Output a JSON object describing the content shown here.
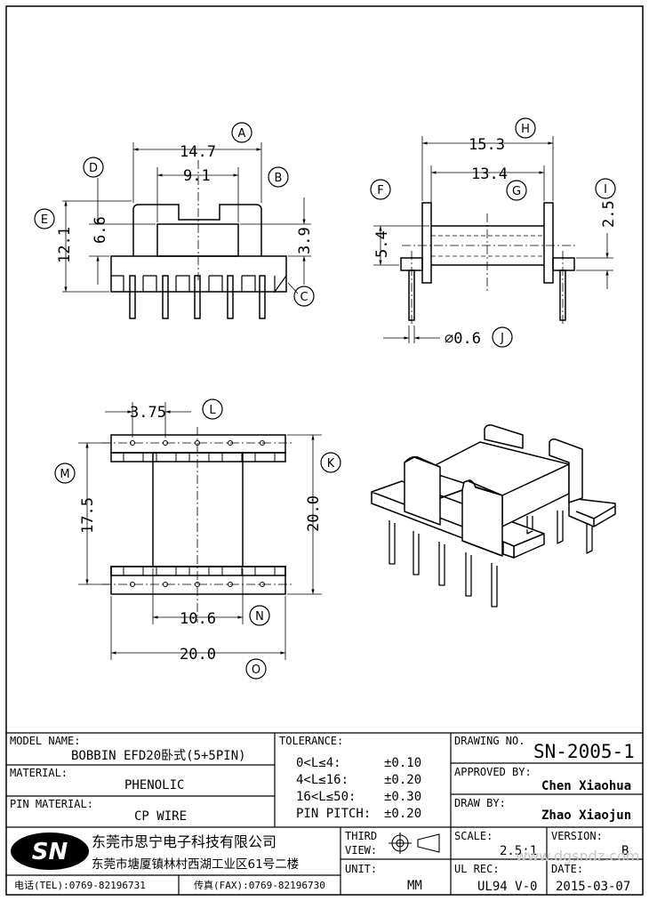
{
  "views": {
    "front": {
      "dims": {
        "A": "14.7",
        "B": "9.1",
        "C": "",
        "D": "6.6",
        "E": "12.1",
        "v39": "3.9"
      },
      "bubbles": [
        "A",
        "B",
        "C",
        "D",
        "E"
      ]
    },
    "side": {
      "dims": {
        "H": "15.3",
        "G": "13.4",
        "F": "5.4",
        "I": "2.5",
        "J": "⌀0.6"
      },
      "bubbles": [
        "H",
        "G",
        "F",
        "I",
        "J"
      ]
    },
    "bottom": {
      "dims": {
        "L": "3.75",
        "M": "17.5",
        "K": "20.0",
        "N": "10.6",
        "O": "20.0"
      },
      "bubbles": [
        "L",
        "M",
        "K",
        "N",
        "O"
      ]
    }
  },
  "title_block": {
    "model_name_label": "MODEL NAME:",
    "model_name_value": "BOBBIN EFD20卧式(5+5PIN)",
    "material_label": "MATERIAL:",
    "material_value": "PHENOLIC",
    "pin_material_label": "PIN MATERIAL:",
    "pin_material_value": "CP WIRE",
    "tolerance_label": "TOLERANCE:",
    "tolerances": [
      {
        "range": "0<L≤4:",
        "value": "±0.10"
      },
      {
        "range": "4<L≤16:",
        "value": "±0.20"
      },
      {
        "range": "16<L≤50:",
        "value": "±0.30"
      },
      {
        "range": "PIN PITCH:",
        "value": "±0.20"
      }
    ],
    "drawing_no_label": "DRAWING NO.",
    "drawing_no_value": "SN-2005-1",
    "approved_by_label": "APPROVED BY:",
    "approved_by_value": "Chen Xiaohua",
    "draw_by_label": "DRAW BY:",
    "draw_by_value": "Zhao Xiaojun",
    "logo_text": "SN",
    "company_name": "东莞市思宁电子科技有限公司",
    "company_address": "东莞市塘厦镇林村西湖工业区61号二楼",
    "tel": "电话(TEL):0769-82196731",
    "fax": "传真(FAX):0769-82196730",
    "third_view_label_1": "THIRD",
    "third_view_label_2": "VIEW:",
    "unit_label": "UNIT:",
    "unit_value": "MM",
    "scale_label": "SCALE:",
    "scale_value": "2.5:1",
    "version_label": "VERSION:",
    "version_value": "B",
    "ul_rec_label": "UL REC:",
    "ul_rec_value": "UL94 V-0",
    "date_label": "DATE:",
    "date_value": "2015-03-07",
    "watermark": "www.dgsndz.com"
  },
  "colors": {
    "ink": "#000000",
    "watermark": "#c8c8c8"
  }
}
